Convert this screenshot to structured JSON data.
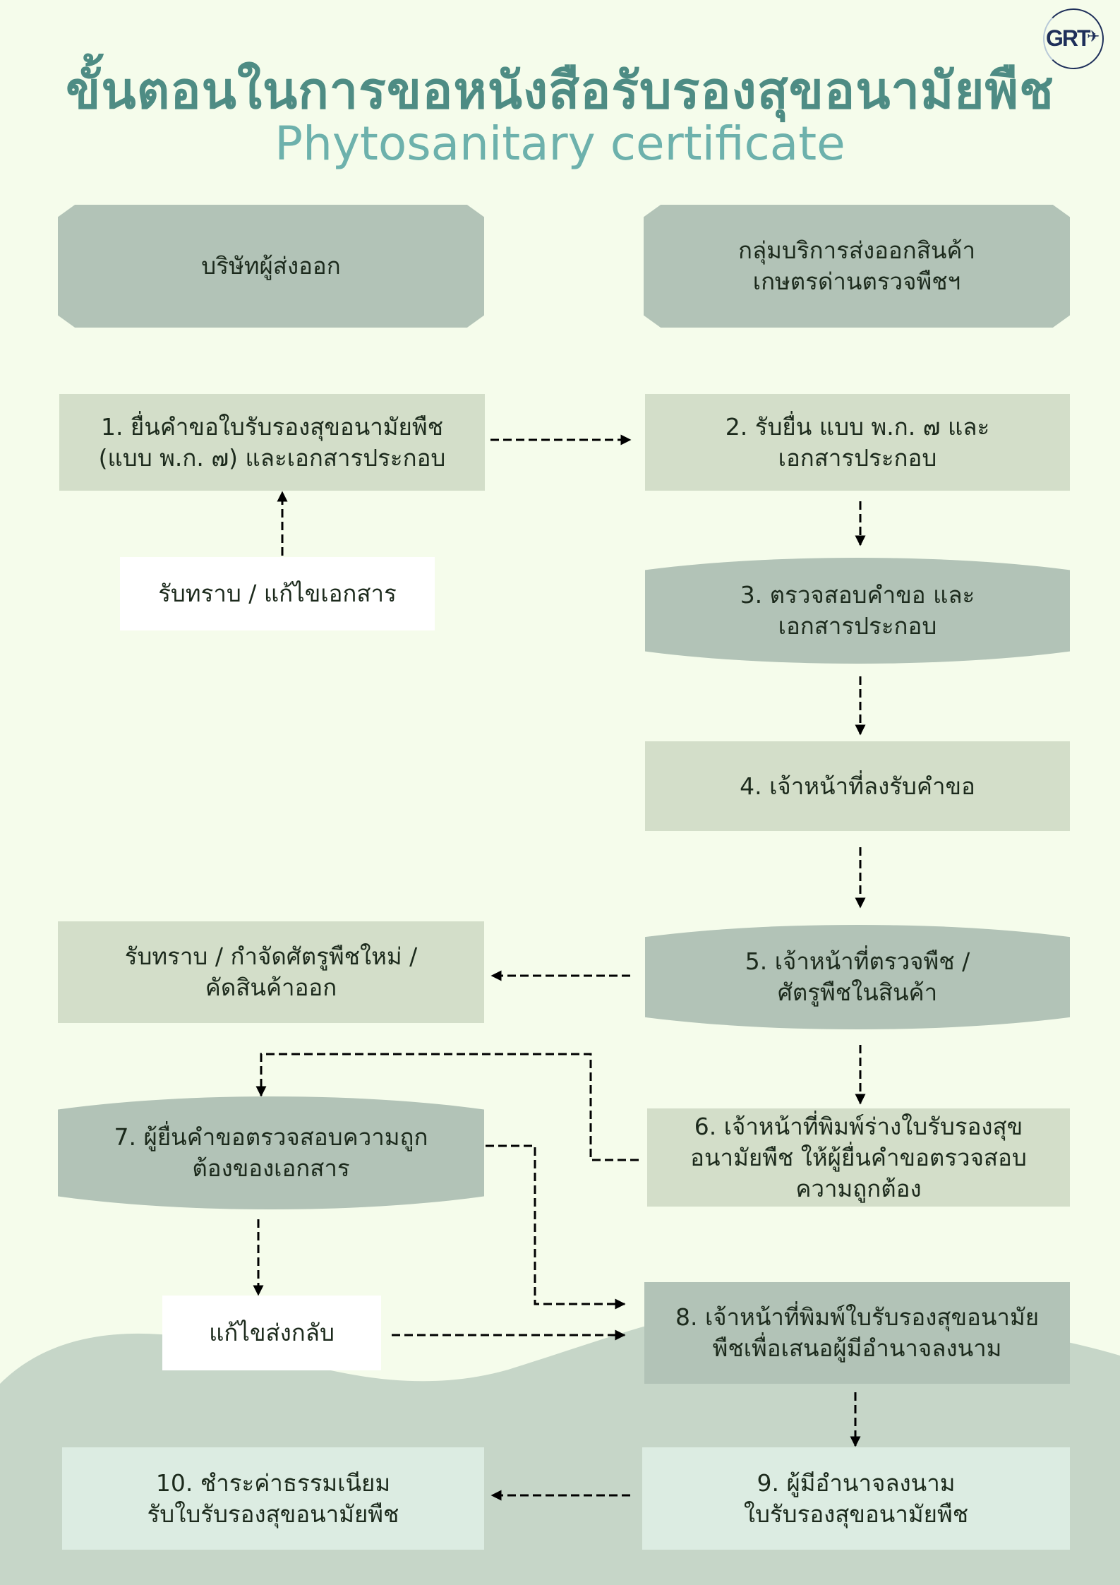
{
  "title": {
    "thai": "ขั้นตอนในการขอหนังสือรับรองสุขอนามัยพืช",
    "english": "Phytosanitary certificate"
  },
  "logo": {
    "text": "GRT",
    "icon": "airplane-icon"
  },
  "lanes": {
    "left": "บริษัทผู้ส่งออก",
    "right": "กลุ่มบริการส่งออกสินค้า\nเกษตรด่านตรวจพืชฯ"
  },
  "steps": {
    "s1": "1.  ยื่นคำขอใบรับรองสุขอนามัยพืช\n(แบบ พ.ก. ๗) และเอกสารประกอบ",
    "s2": "2. รับยื่น แบบ พ.ก. ๗ และ\nเอกสารประกอบ",
    "fix_docs": "รับทราบ / แก้ไขเอกสาร",
    "s3": "3. ตรวจสอบคำขอ และ\nเอกสารประกอบ",
    "s4": "4. เจ้าหน้าที่ลงรับคำขอ",
    "pest_action": "รับทราบ / กำจัดศัตรูพืชใหม่ /\nคัดสินค้าออก",
    "s5": "5. เจ้าหน้าที่ตรวจพืช /\nศัตรูพืชในสินค้า",
    "s6": "6. เจ้าหน้าที่พิมพ์ร่างใบรับรองสุข\nอนามัยพืช ให้ผู้ยื่นคำขอตรวจสอบ\nความถูกต้อง",
    "s7": "7. ผู้ยื่นคำขอตรวจสอบความถูก\nต้องของเอกสาร",
    "resend": "แก้ไขส่งกลับ",
    "s8": "8. เจ้าหน้าที่พิมพ์ใบรับรองสุขอนามัย\nพืชเพื่อเสนอผู้มีอำนาจลงนาม",
    "s9": "9. ผู้มีอำนาจลงนาม\nใบรับรองสุขอนามัยพืช",
    "s10": "10. ชำระค่าธรรมเนียม\nรับใบรับรองสุขอนามัยพืช"
  },
  "colors": {
    "background": "#f5fceb",
    "title_thai": "#4e8c84",
    "title_english": "#6db1ac",
    "header_box": "#b2c3b7",
    "light_box": "#d3dec9",
    "wave": "#c6d6c8",
    "pale_box": "#dcece2"
  }
}
